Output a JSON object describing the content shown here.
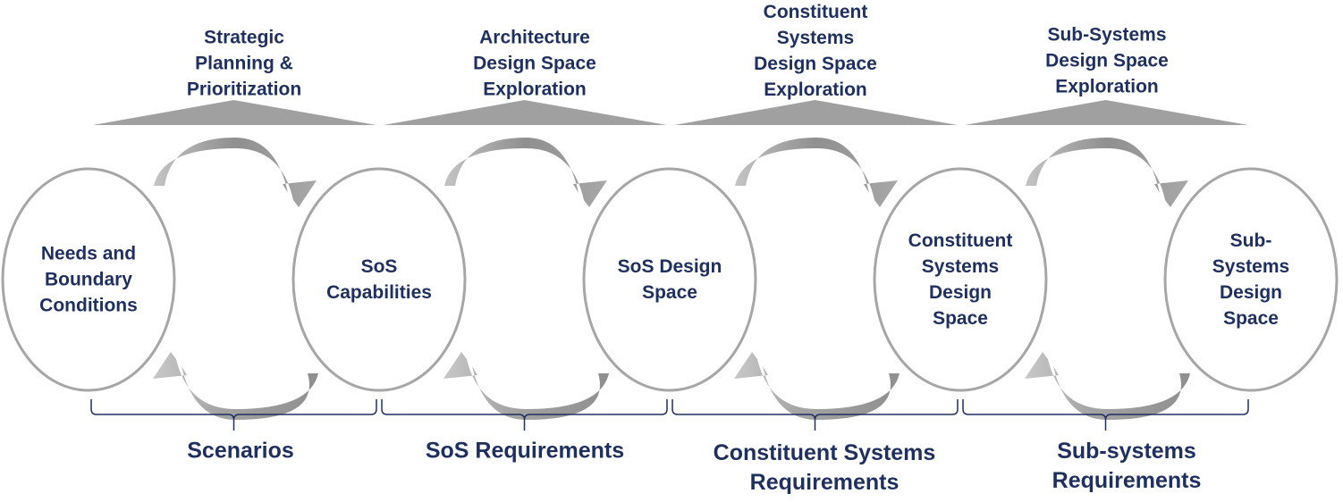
{
  "colors": {
    "text": "#1f2f5e",
    "ellipse_stroke": "#a6a6a6",
    "triangle_fill": "#a0a0a0",
    "arrow_fill": "#9c9c9c",
    "bracket": "#1f2f5e"
  },
  "phases": [
    {
      "label": "Strategic\nPlanning &\nPrioritization"
    },
    {
      "label": "Architecture\nDesign Space\nExploration"
    },
    {
      "label": "Constituent\nSystems\nDesign Space\nExploration"
    },
    {
      "label": "Sub-Systems\nDesign Space\nExploration"
    }
  ],
  "nodes": [
    {
      "label": "Needs and\nBoundary\nConditions"
    },
    {
      "label": "SoS\nCapabilities"
    },
    {
      "label": "SoS Design\nSpace"
    },
    {
      "label": "Constituent\nSystems\nDesign\nSpace"
    },
    {
      "label": "Sub-\nSystems\nDesign\nSpace"
    }
  ],
  "links": [
    {
      "label": "Scenarios"
    },
    {
      "label": "SoS Requirements"
    },
    {
      "label": "Constituent Systems\nRequirements"
    },
    {
      "label": "Sub-systems\nRequirements"
    }
  ]
}
